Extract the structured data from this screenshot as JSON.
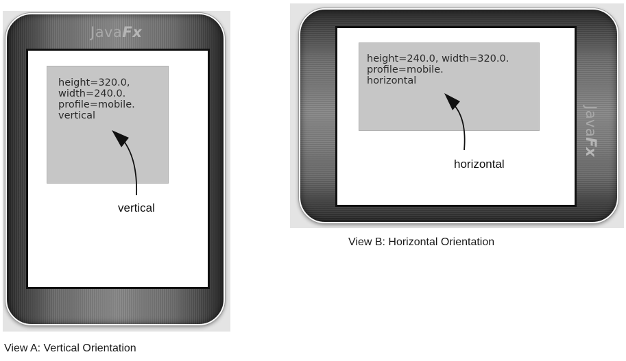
{
  "view_a": {
    "brand_prefix": "Java",
    "brand_suffix": "Fx",
    "screen_lines": [
      "height=320.0,",
      "width=240.0.",
      "profile=mobile.",
      "vertical"
    ],
    "annotation": "vertical",
    "caption": "View A: Vertical Orientation"
  },
  "view_b": {
    "brand_prefix": "Java",
    "brand_suffix": "Fx",
    "screen_lines": [
      "height=240.0, width=320.0.",
      "profile=mobile.",
      "horizontal"
    ],
    "annotation": "horizontal",
    "caption": "View B: Horizontal Orientation"
  }
}
